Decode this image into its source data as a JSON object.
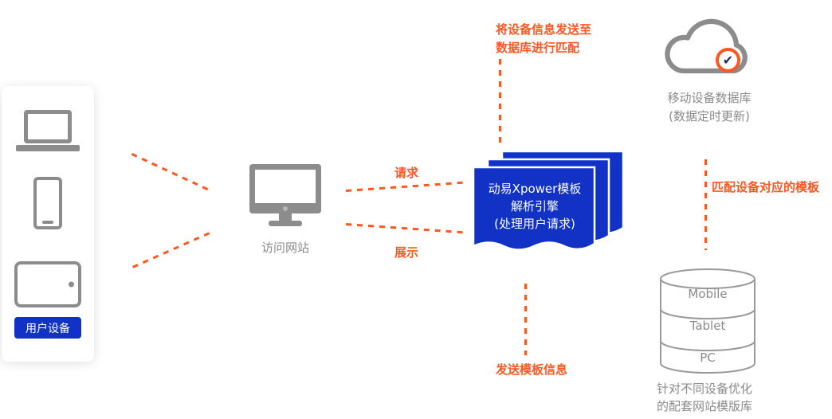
{
  "colors": {
    "accent_orange": "#ff5722",
    "brand_blue": "#1132c4",
    "icon_gray": "#8c8c8c",
    "text_gray": "#8a8a8a"
  },
  "user_devices": {
    "label": "用户设备",
    "icons": [
      "laptop-icon",
      "smartphone-icon",
      "tablet-icon"
    ]
  },
  "website": {
    "icon": "monitor-icon",
    "label": "访问网站"
  },
  "flows": {
    "request": "请求",
    "display": "展示",
    "send_device_info": {
      "l1": "将设备信息发送至",
      "l2": "数据库进行匹配"
    },
    "match_template": "匹配设备对应的模板",
    "send_template_info": "发送模板信息"
  },
  "engine": {
    "lines": {
      "l1": "动易Xpower模板",
      "l2": "解析引擎",
      "l3": "(处理用户请求)"
    }
  },
  "cloud_db": {
    "icon": "cloud-icon",
    "badge_icon": "check-badge-icon",
    "badge_glyph": "✔",
    "label": {
      "l1": "移动设备数据库",
      "l2": "(数据定时更新)"
    }
  },
  "template_db": {
    "icon": "database-icon",
    "layers": [
      "Mobile",
      "Tablet",
      "PC"
    ],
    "caption": {
      "l1": "针对不同设备优化",
      "l2": "的配套网站模版库"
    }
  }
}
